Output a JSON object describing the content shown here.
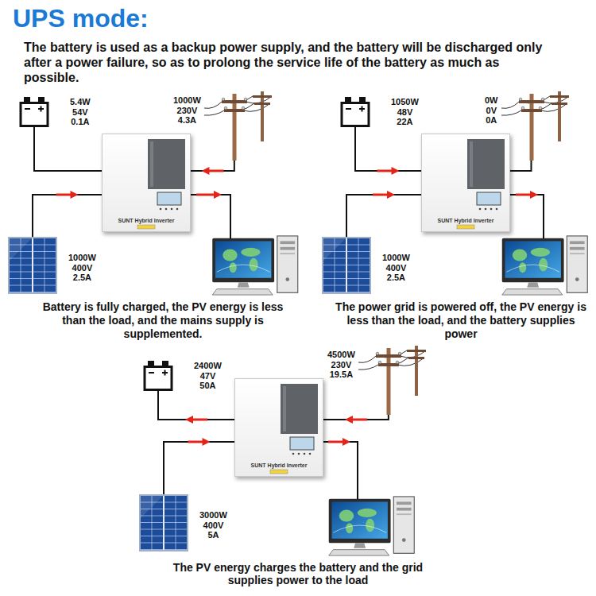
{
  "diagram": {
    "title": "UPS mode:",
    "nodes": [
      {
        "text": [
          "5.4W 54V 0.1A"
        ]
      },
      {
        "text": [
          "1000W 230V 4.3A"
        ]
      },
      {
        "text": [
          "SUNT Hybrid Inverter"
        ]
      },
      {
        "text": [
          "1000W 400V 2.5A"
        ]
      },
      {
        "text": [
          "1050W 48V 22A"
        ]
      },
      {
        "text": [
          "0W 0V 0A"
        ]
      },
      {
        "text": [
          "SUNT Hybrid Inverter"
        ]
      },
      {
        "text": [
          "1000W 400V 2.5A"
        ]
      },
      {
        "text": [
          "2400W 47V 50A"
        ]
      },
      {
        "text": [
          "4500W 230V 19.5A"
        ]
      },
      {
        "text": [
          "SUNT Hybrid Inverter"
        ]
      },
      {
        "text": [
          "3000W 400V 5A"
        ]
      }
    ],
    "edges": [
      {
        "from": 0,
        "to": 2,
        "arrow": "none"
      },
      {
        "from": 1,
        "to": 2,
        "arrow": "to"
      },
      {
        "from": 3,
        "to": 2,
        "arrow": "to"
      },
      {
        "from": 4,
        "to": 6,
        "arrow": "to"
      },
      {
        "from": 5,
        "to": 6,
        "arrow": "none"
      },
      {
        "from": 7,
        "to": 6,
        "arrow": "to"
      },
      {
        "from": 10,
        "to": 8,
        "arrow": "to"
      },
      {
        "from": 9,
        "to": 10,
        "arrow": "to"
      },
      {
        "from": 11,
        "to": 10,
        "arrow": "to"
      }
    ],
    "labels": [
      "The battery is used as a backup power supply, and the battery will be discharged only after a power failure, so as to prolong the service life of the battery as much as possible.",
      "Battery is fully charged, the PV energy is less than the load, and the mains supply is supplemented.",
      "The power grid is powered off, the PV energy is less than the load, and the battery supplies power",
      "The PV energy charges the battery and the grid supplies power to the load"
    ]
  }
}
